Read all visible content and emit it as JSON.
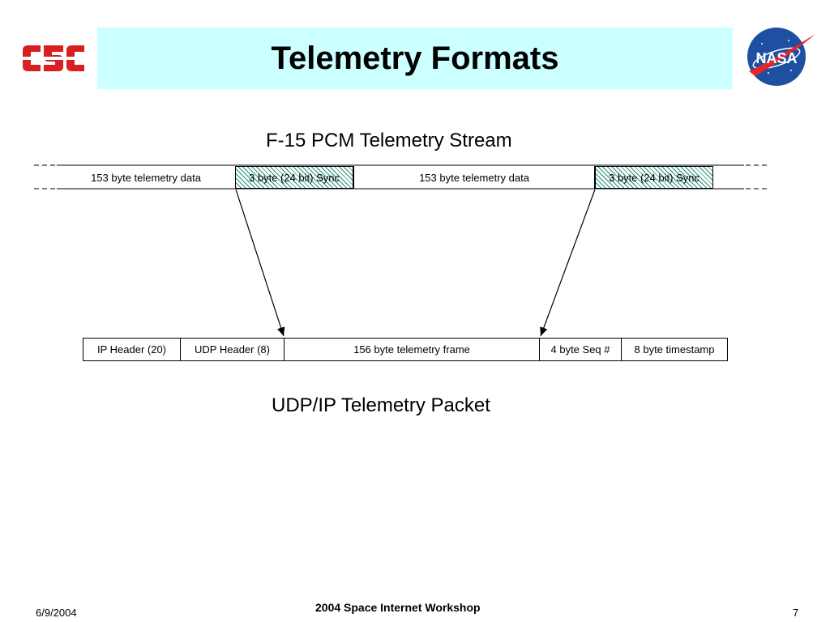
{
  "slide": {
    "title": "Telemetry Formats",
    "footer_date": "6/9/2004",
    "footer_center": "2004 Space Internet Workshop",
    "page_number": "7"
  },
  "logos": {
    "left": {
      "text": "CSC",
      "icon": "csc-logo-icon",
      "color": "#d91f1f"
    },
    "right": {
      "text": "NASA",
      "icon": "nasa-logo-icon",
      "color": "#1f4fa0"
    }
  },
  "stream": {
    "label": "F-15 PCM Telemetry Stream",
    "segments": [
      {
        "label": "153 byte telemetry data",
        "hatched": false
      },
      {
        "label": "3 byte (24 bit) Sync",
        "hatched": true
      },
      {
        "label": "153 byte telemetry data",
        "hatched": false
      },
      {
        "label": "3 byte (24 bit) Sync",
        "hatched": true
      }
    ]
  },
  "packet": {
    "label": "UDP/IP Telemetry Packet",
    "fields": [
      {
        "label": "IP Header (20)"
      },
      {
        "label": "UDP Header (8)"
      },
      {
        "label": "156 byte telemetry frame"
      },
      {
        "label": "4 byte Seq #"
      },
      {
        "label": "8 byte timestamp"
      }
    ]
  },
  "colors": {
    "title_bg": "#ccffff",
    "hatch": "#1f8f7a"
  }
}
